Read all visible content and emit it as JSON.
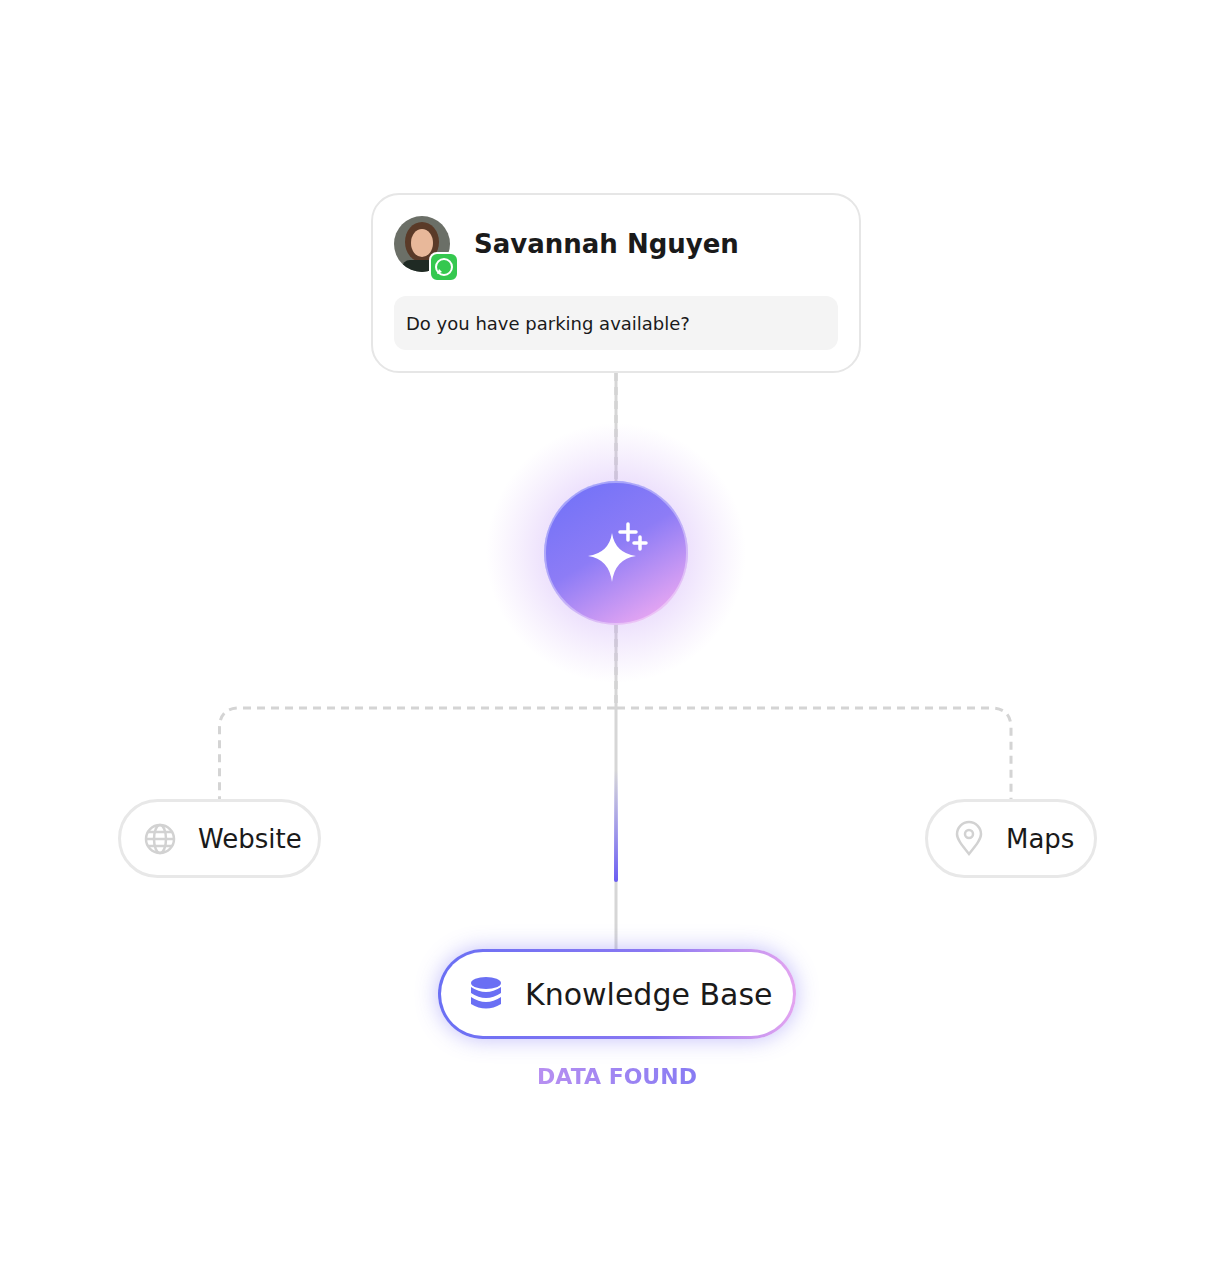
{
  "diagram": {
    "nodes": [
      {
        "text": [
          "Savannah Nguyen"
        ]
      },
      {
        "text": [
          "Do you have parking available?"
        ],
        "in": 0
      },
      {
        "text": [
          "Website"
        ]
      },
      {
        "text": [
          "Maps"
        ]
      },
      {
        "text": [
          "Knowledge Base",
          "DATA FOUND"
        ]
      }
    ],
    "edges": [
      {
        "from": 0,
        "to": 2,
        "arrow": "none"
      },
      {
        "from": 0,
        "to": 4,
        "arrow": "none"
      },
      {
        "from": 0,
        "to": 3,
        "arrow": "none"
      }
    ]
  }
}
